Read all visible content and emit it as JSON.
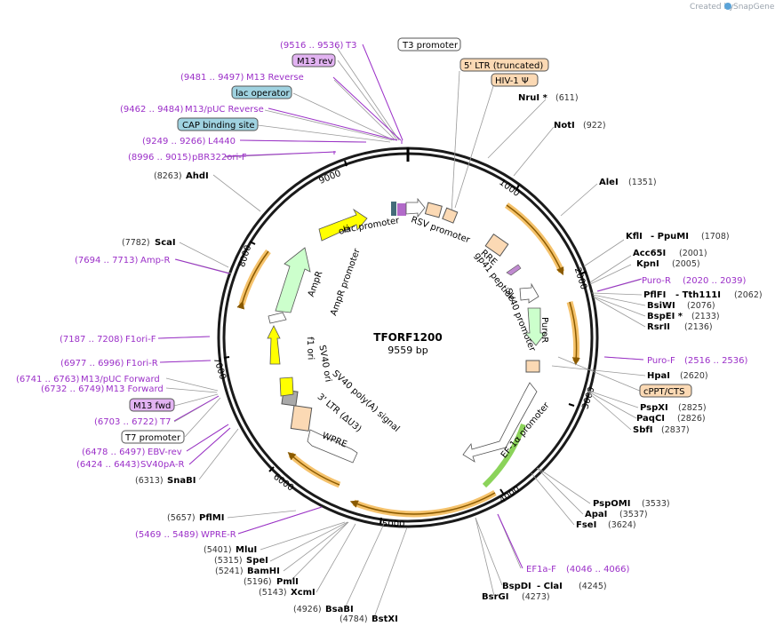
{
  "credit": {
    "created_by": "Created by",
    "brand": "SnapGene"
  },
  "plasmid": {
    "name": "TFORF1200",
    "length_label": "9559 bp",
    "length": 9559
  },
  "ticks": [
    "1000",
    "2000",
    "3000",
    "4000",
    "5000",
    "6000",
    "7000",
    "8000",
    "9000"
  ],
  "enzymes": [
    {
      "name": "NruI *",
      "pos": "(611)"
    },
    {
      "name": "NotI",
      "pos": "(922)"
    },
    {
      "name": "AleI",
      "pos": "(1351)"
    },
    {
      "name": "KflI",
      "name2": "PpuMI",
      "pos": "(1708)"
    },
    {
      "name": "Acc65I",
      "pos": "(2001)"
    },
    {
      "name": "KpnI",
      "pos": "(2005)"
    },
    {
      "name": "PflFI",
      "name2": "Tth111I",
      "pos": "(2062)"
    },
    {
      "name": "BsiWI",
      "pos": "(2076)"
    },
    {
      "name": "BspEI *",
      "pos": "(2133)"
    },
    {
      "name": "RsrII",
      "pos": "(2136)"
    },
    {
      "name": "HpaI",
      "pos": "(2620)"
    },
    {
      "name": "PspXI",
      "pos": "(2825)"
    },
    {
      "name": "PaqCI",
      "pos": "(2826)"
    },
    {
      "name": "SbfI",
      "pos": "(2837)"
    },
    {
      "name": "PspOMI",
      "pos": "(3533)"
    },
    {
      "name": "ApaI",
      "pos": "(3537)"
    },
    {
      "name": "FseI",
      "pos": "(3624)"
    },
    {
      "name": "BspDI",
      "name2": "ClaI",
      "pos": "(4245)"
    },
    {
      "name": "BsrGI",
      "pos": "(4273)"
    },
    {
      "name": "BstXI",
      "pos": "(4784)"
    },
    {
      "name": "BsaBI",
      "pos": "(4926)"
    },
    {
      "name": "XcmI",
      "pos": "(5143)"
    },
    {
      "name": "PmlI",
      "pos": "(5196)"
    },
    {
      "name": "BamHI",
      "pos": "(5241)"
    },
    {
      "name": "SpeI",
      "pos": "(5315)"
    },
    {
      "name": "MluI",
      "pos": "(5401)"
    },
    {
      "name": "PflMI",
      "pos": "(5657)"
    },
    {
      "name": "SnaBI",
      "pos": "(6313)"
    },
    {
      "name": "ScaI",
      "pos": "(7782)"
    },
    {
      "name": "AhdI",
      "pos": "(8263)"
    }
  ],
  "primers": [
    {
      "name": "T3",
      "pos": "(9516 .. 9536)"
    },
    {
      "name": "M13 Reverse",
      "pos": "(9481 .. 9497)"
    },
    {
      "name": "M13/pUC Reverse",
      "pos": "(9462 .. 9484)"
    },
    {
      "name": "L4440",
      "pos": "(9249 .. 9266)"
    },
    {
      "name": "pBR322ori-F",
      "pos": "(8996 .. 9015)"
    },
    {
      "name": "Amp-R",
      "pos": "(7694 .. 7713)"
    },
    {
      "name": "F1ori-F",
      "pos": "(7187 .. 7208)"
    },
    {
      "name": "F1ori-R",
      "pos": "(6977 .. 6996)"
    },
    {
      "name": "M13/pUC Forward",
      "pos": "(6741 .. 6763)"
    },
    {
      "name": "M13 Forward",
      "pos": "(6732 .. 6749)"
    },
    {
      "name": "T7",
      "pos": "(6703 .. 6722)"
    },
    {
      "name": "EBV-rev",
      "pos": "(6478 .. 6497)"
    },
    {
      "name": "SV40pA-R",
      "pos": "(6424 .. 6443)"
    },
    {
      "name": "WPRE-R",
      "pos": "(5469 .. 5489)"
    },
    {
      "name": "Puro-R",
      "pos": "(2020 .. 2039)"
    },
    {
      "name": "Puro-F",
      "pos": "(2516 .. 2536)"
    },
    {
      "name": "EF1a-F",
      "pos": "(4046 .. 4066)"
    }
  ],
  "boxes": {
    "t3_promoter": "T3 promoter",
    "m13_rev": "M13 rev",
    "lac_operator": "lac operator",
    "cap_site": "CAP binding site",
    "ltr5": "5' LTR (truncated)",
    "hiv": "HIV-1 Ψ",
    "cppt": "cPPT/CTS",
    "m13_fwd": "M13 fwd",
    "t7_promoter": "T7 promoter"
  },
  "features": {
    "ori": "ori",
    "lac_promoter": "lac promoter",
    "rsv_promoter": "RSV promoter",
    "rre": "RRE",
    "gp41": "gp41 peptide",
    "sv40_promoter": "SV40 promoter",
    "puror": "PuroR",
    "ef1a": "EF-1α promoter",
    "wpre": "WPRE",
    "ltr3": "3' LTR (ΔU3)",
    "sv40pa": "SV40 poly(A) signal",
    "sv40ori": "SV40 ori",
    "f1ori": "f1 ori",
    "ampr_promoter": "AmpR promoter",
    "ampr": "AmpR"
  },
  "colors": {
    "primer": "#9b2fc8",
    "ori": "#ffff00",
    "ampr": "#ccffcc",
    "ltr": "#fbd9b4",
    "misc_box": "#9fd2e0",
    "primer_box": "#e2b3f2",
    "orf_arrow": "#f5c26b"
  }
}
